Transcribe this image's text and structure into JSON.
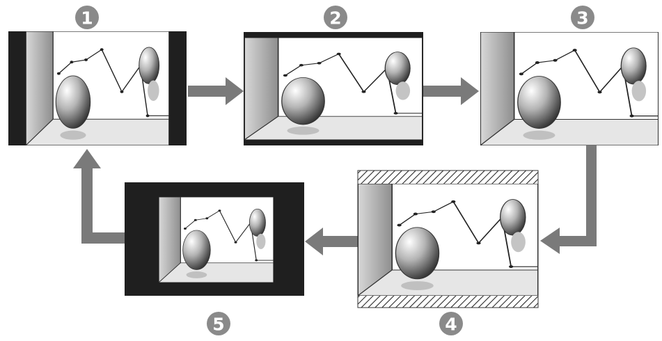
{
  "steps": [
    {
      "number": "1",
      "mode": "pillarbox"
    },
    {
      "number": "2",
      "mode": "letterbox"
    },
    {
      "number": "3",
      "mode": "full"
    },
    {
      "number": "4",
      "mode": "overscan"
    },
    {
      "number": "5",
      "mode": "windowbox"
    }
  ],
  "colors": {
    "marker": "#8a8a8a",
    "arrow": "#7a7a7a",
    "bar": "#1f1f1f",
    "hatch": "#2a2a2a"
  }
}
